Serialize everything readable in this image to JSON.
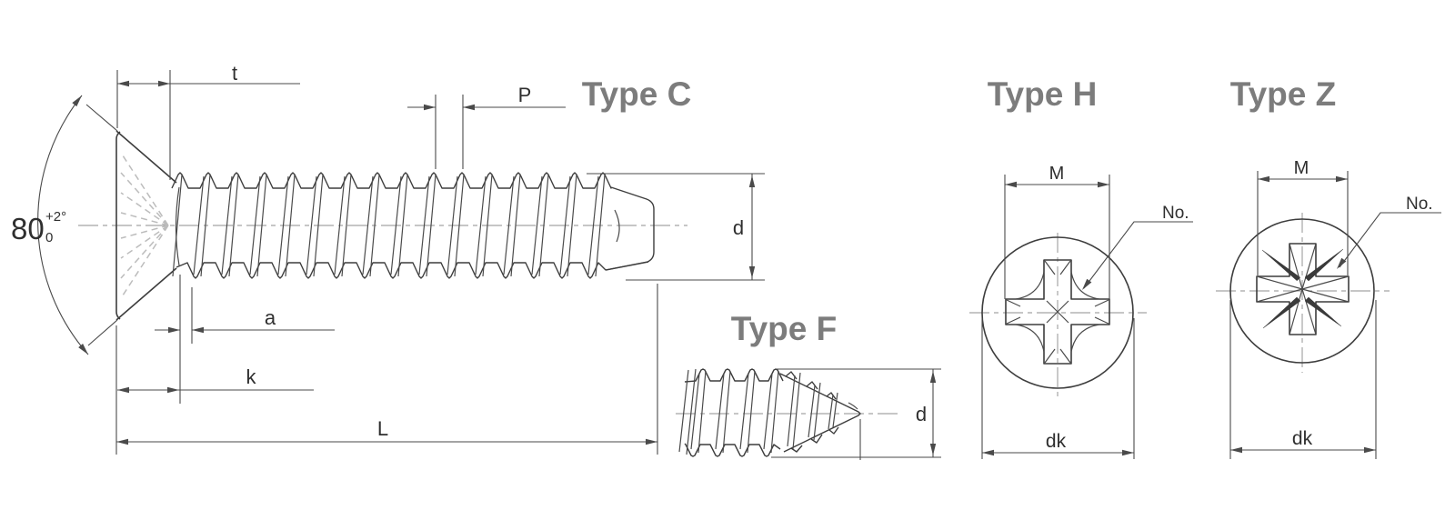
{
  "side_view": {
    "title": "Type C",
    "angle": {
      "value": "80",
      "sup": "+2°",
      "sub": "0"
    },
    "dim_t": "t",
    "dim_p": "P",
    "dim_a": "a",
    "dim_k": "k",
    "dim_l": "L",
    "dim_d": "d"
  },
  "point_view": {
    "title": "Type F",
    "dim_d": "d"
  },
  "recess_h": {
    "title": "Type H",
    "dim_m": "M",
    "dim_no": "No.",
    "dim_dk": "dk"
  },
  "recess_z": {
    "title": "Type Z",
    "dim_m": "M",
    "dim_no": "No.",
    "dim_dk": "dk"
  },
  "colors": {
    "line": "#3d3d3d",
    "dimension": "#4a4a4a",
    "centerline": "#a5a5a5",
    "hidden_line": "#bcbcbc",
    "title_gray": "#7c7c7c",
    "background": "#ffffff"
  }
}
